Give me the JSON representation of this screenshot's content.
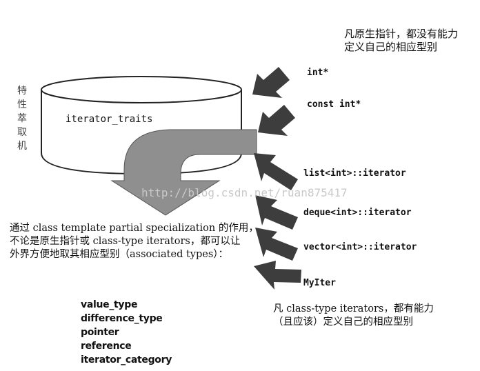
{
  "top_note": [
    "凡原生指针，都没有能力",
    "定义自己的相应型别"
  ],
  "cylinder_label": "iterator_traits",
  "side_label": [
    "特",
    "性",
    "萃",
    "取",
    "机"
  ],
  "inputs": {
    "int_ptr": "int*",
    "const_int_ptr": "const int*",
    "list_iter": "list<int>::iterator",
    "deque_iter": "deque<int>::iterator",
    "vector_iter": "vector<int>::iterator",
    "my_iter": "MyIter"
  },
  "left_note": [
    "通过 class template partial specialization 的作用，",
    "不论是原生指针或 class-type iterators，都可以让",
    "外界方便地取其相应型别（associated types）："
  ],
  "associated_types": [
    "value_type",
    "difference_type",
    "pointer",
    "reference",
    "iterator_category"
  ],
  "bottom_note": [
    "凡 class-type iterators，都有能力",
    "（且应该）定义自己的相应型别"
  ],
  "watermark": "http://blog.csdn.net/ruan875417"
}
